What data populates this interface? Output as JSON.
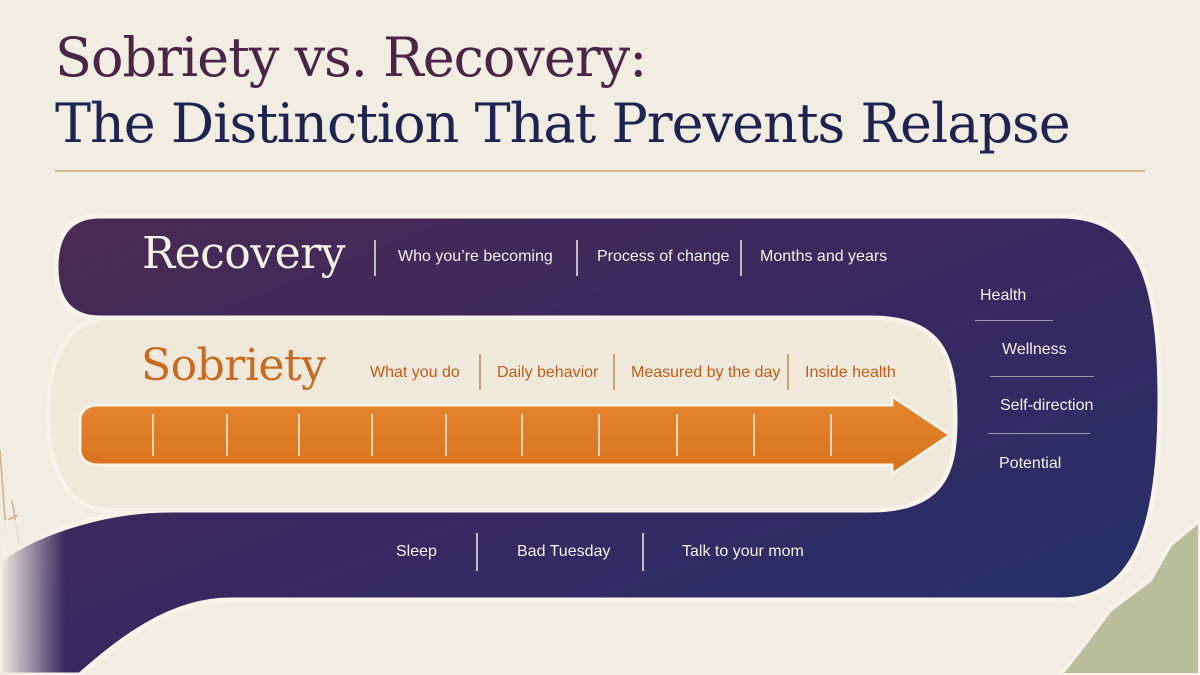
{
  "title": {
    "line1": "Sobriety vs. Recovery:",
    "line2": "The Distinction That Prevents Relapse"
  },
  "recovery": {
    "label": "Recovery",
    "attributes": [
      "Who you’re becoming",
      "Process of change",
      "Months and years"
    ]
  },
  "sobriety": {
    "label": "Sobriety",
    "attributes": [
      "What you do",
      "Daily behavior",
      "Measured by the day",
      "Inside health"
    ]
  },
  "curve_items": [
    "Health",
    "Wellness",
    "Self-direction",
    "Potential"
  ],
  "bottom_items": [
    "Sleep",
    "Bad Tuesday",
    "Talk to your mom"
  ],
  "colors": {
    "background": "#f1ede3",
    "recovery_band": "#3c2753",
    "recovery_band_deep": "#27306a",
    "sobriety_arrow": "#e07f27",
    "sobriety_text": "#c86a22",
    "title_top": "#4a2545",
    "title_bottom": "#1f2350"
  }
}
